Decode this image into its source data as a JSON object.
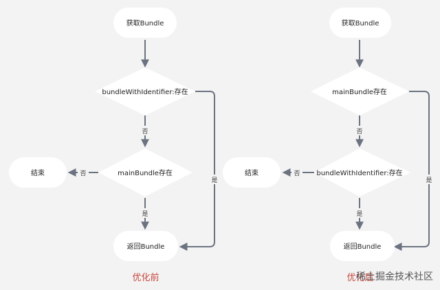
{
  "left": {
    "start": "获取Bundle",
    "decision1": "bundleWithIdentifier:存在",
    "decision2": "mainBundle存在",
    "end": "结束",
    "result": "返回Bundle",
    "no1": "否",
    "no2": "否",
    "yes_side": "是",
    "yes_down": "是",
    "caption": "优化前"
  },
  "right": {
    "start": "获取Bundle",
    "decision1": "mainBundle存在",
    "decision2": "bundleWithIdentifier:存在",
    "end": "结束",
    "result": "返回Bundle",
    "no1": "否",
    "no2": "否",
    "yes_side": "是",
    "yes_down": "是",
    "caption": "优化后"
  },
  "watermark": "稀土掘金技术社区"
}
